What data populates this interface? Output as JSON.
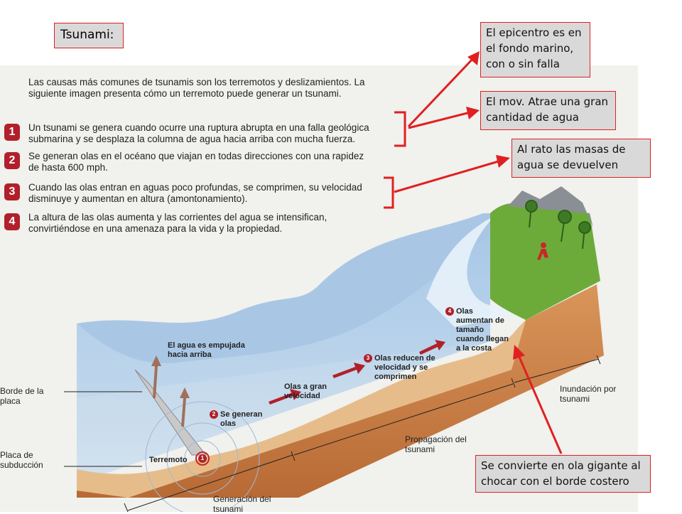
{
  "title": "Tsunami:",
  "intro": "Las causas más comunes de tsunamis son los terremotos y deslizamientos. La\nsiguiente imagen presenta cómo un terremoto puede generar un tsunami.",
  "steps": [
    {
      "number": "1",
      "text": "Un tsunami se genera cuando ocurre una ruptura abrupta en una falla geológica\nsubmarina y se desplaza la columna de agua hacia arriba con mucha fuerza."
    },
    {
      "number": "2",
      "text": "Se generan olas en el océano que viajan en todas direcciones con una rapidez\nde hasta 600 mph."
    },
    {
      "number": "3",
      "text": "Cuando las olas entran en aguas poco profundas, se comprimen, su velocidad\ndisminuye y aumentan en altura (amontonamiento)."
    },
    {
      "number": "4",
      "text": "La altura de las olas aumenta y las corrientes del agua se intensifican,\nconvirtiéndose en una amenaza para la vida y la propiedad."
    }
  ],
  "callouts": {
    "epicentro": "El epicentro es en\nel fondo marino,\ncon o sin falla",
    "movimiento": "El mov. Atrae una gran\n cantidad de agua",
    "rato": "Al rato las masas de\n agua se devuelven",
    "gigante": "Se convierte en ola gigante al\nchocar con el borde costero"
  },
  "diagram": {
    "agua_empujada": "El agua es empujada\nhacia arriba",
    "se_generan_num": "2",
    "se_generan": "Se generan\nolas",
    "olas_gran_velocidad": "Olas a gran\nvelocidad",
    "olas_reducen_num": "3",
    "olas_reducen": "Olas reducen de\nvelocidad y se\ncomprimen",
    "olas_aumentan_num": "4",
    "olas_aumentan": "Olas\naumentan de\ntamaño\ncuando llegan\na la costa",
    "terremoto_num": "1",
    "terremoto": "Terremoto",
    "borde_placa": "Borde de la\nplaca",
    "placa_subduccion": "Placa de\nsubducción",
    "generacion": "Generación del\ntsunami",
    "propagacion": "Propagación del\ntsunami",
    "inundacion": "Inundación por\ntsunami"
  },
  "colors": {
    "accent_red": "#e02020",
    "badge_red": "#b1202a",
    "ocean": "#8fb8de",
    "land": "#6cab3a",
    "earth": "#d0884a"
  }
}
